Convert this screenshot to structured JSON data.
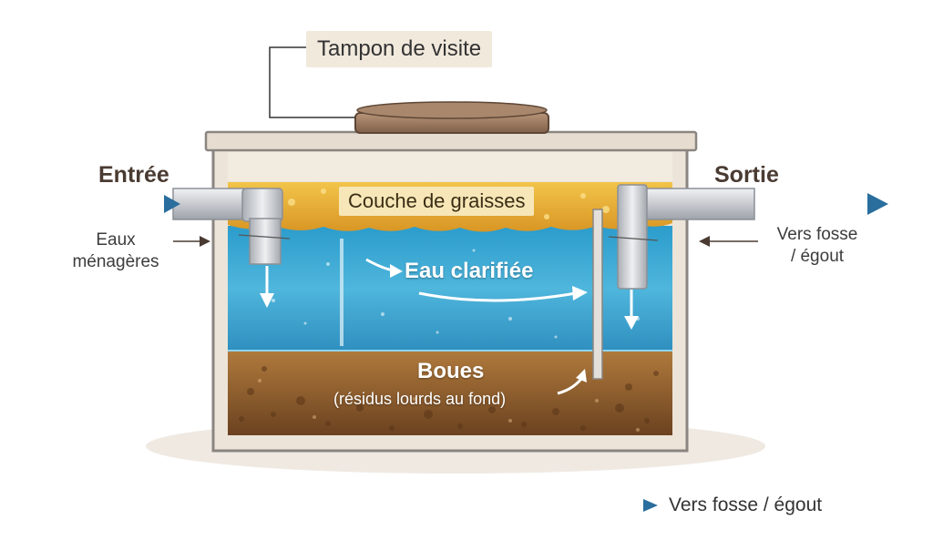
{
  "labels": {
    "tampon": "Tampon de visite",
    "entree": "Entrée",
    "eaux_menageres": "Eaux\nménagères",
    "sortie": "Sortie",
    "vers_fosse_right": "Vers fosse\n/ égout",
    "graisses": "Couche de graisses",
    "eau_clarifiee": "Eau clarifiée",
    "boues": "Boues",
    "residus": "(résidus lourds au fond)",
    "legend_vers_fosse": "Vers fosse / égout"
  },
  "colors": {
    "grease": "#e3a52a",
    "water": "#3fa5cf",
    "sludge": "#8a5a2c",
    "tank_wall": "#ece4d8",
    "pipe": "#c9ccd0",
    "flow_arrow": "#2a6e9e",
    "lid": "#9a7a62"
  }
}
